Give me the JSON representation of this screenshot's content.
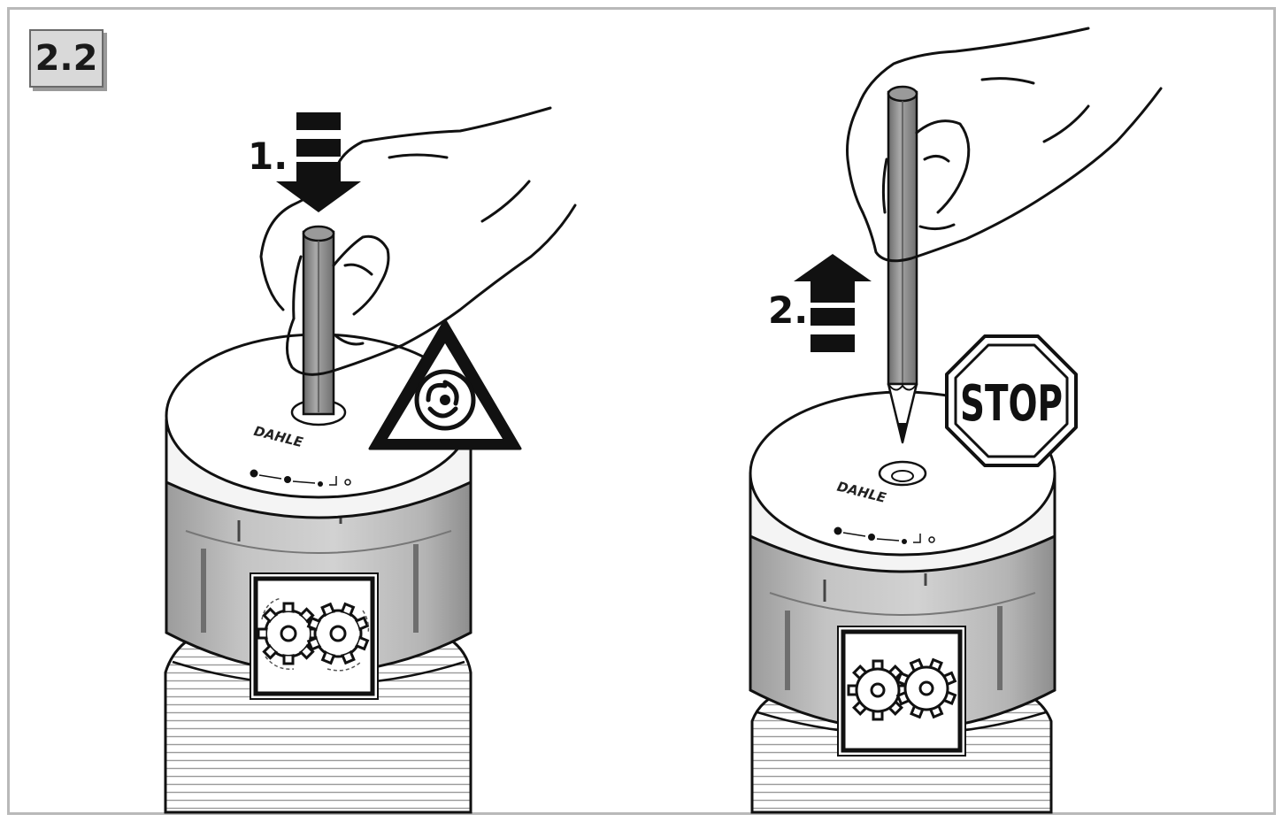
{
  "figure": {
    "step_number": "2.2",
    "left_panel": {
      "step_label": "1.",
      "brand_label": "DAHLE",
      "warning_icon": "rotating-blades-warning-icon",
      "gear_icon": "gears-turning-icon"
    },
    "right_panel": {
      "step_label": "2.",
      "brand_label": "DAHLE",
      "stop_sign_text": "STOP",
      "gear_icon": "gears-stopped-icon"
    }
  }
}
